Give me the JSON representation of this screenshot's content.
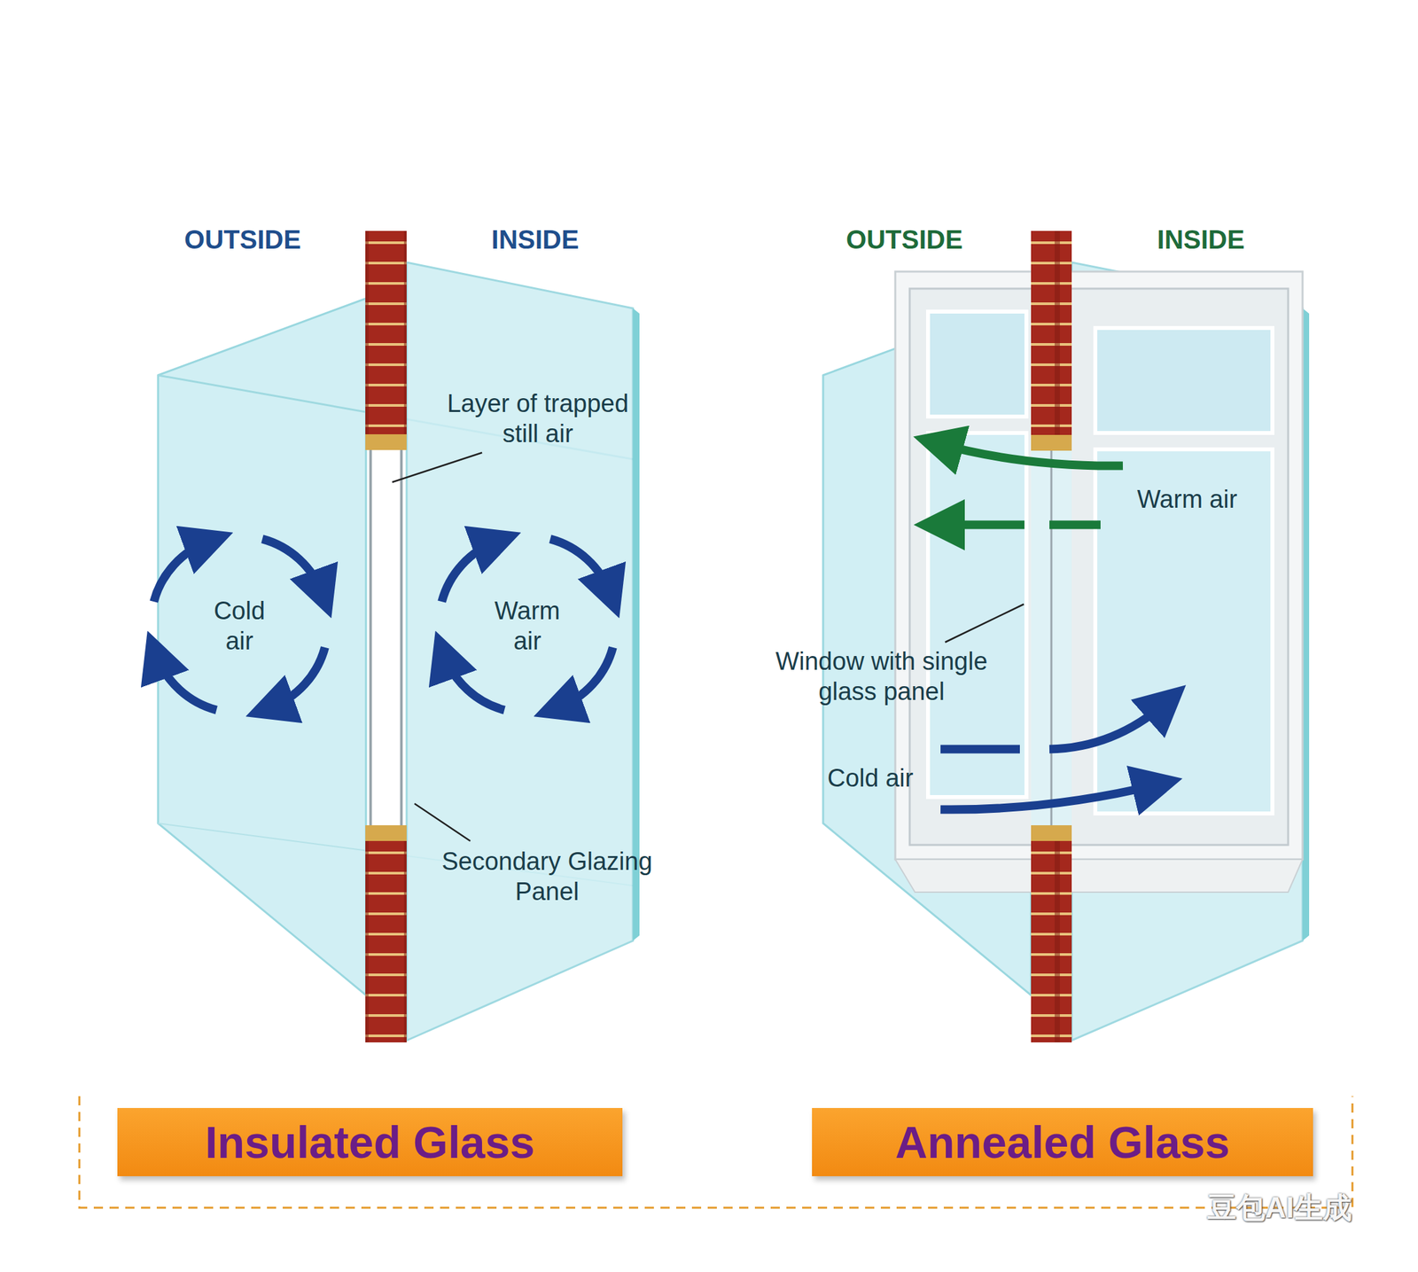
{
  "diagram": {
    "nodes": [
      {
        "text": [
          "Insulated Glass"
        ]
      },
      {
        "text": [
          "Annealed Glass"
        ]
      }
    ],
    "labels": [
      "OUTSIDE",
      "INSIDE",
      "OUTSIDE",
      "INSIDE",
      "Layer of trapped still air",
      "Cold air",
      "Warm air",
      "Secondary Glazing Panel",
      "Warm air",
      "Window with single glass panel",
      "Cold air",
      "豆包AI生成"
    ]
  }
}
